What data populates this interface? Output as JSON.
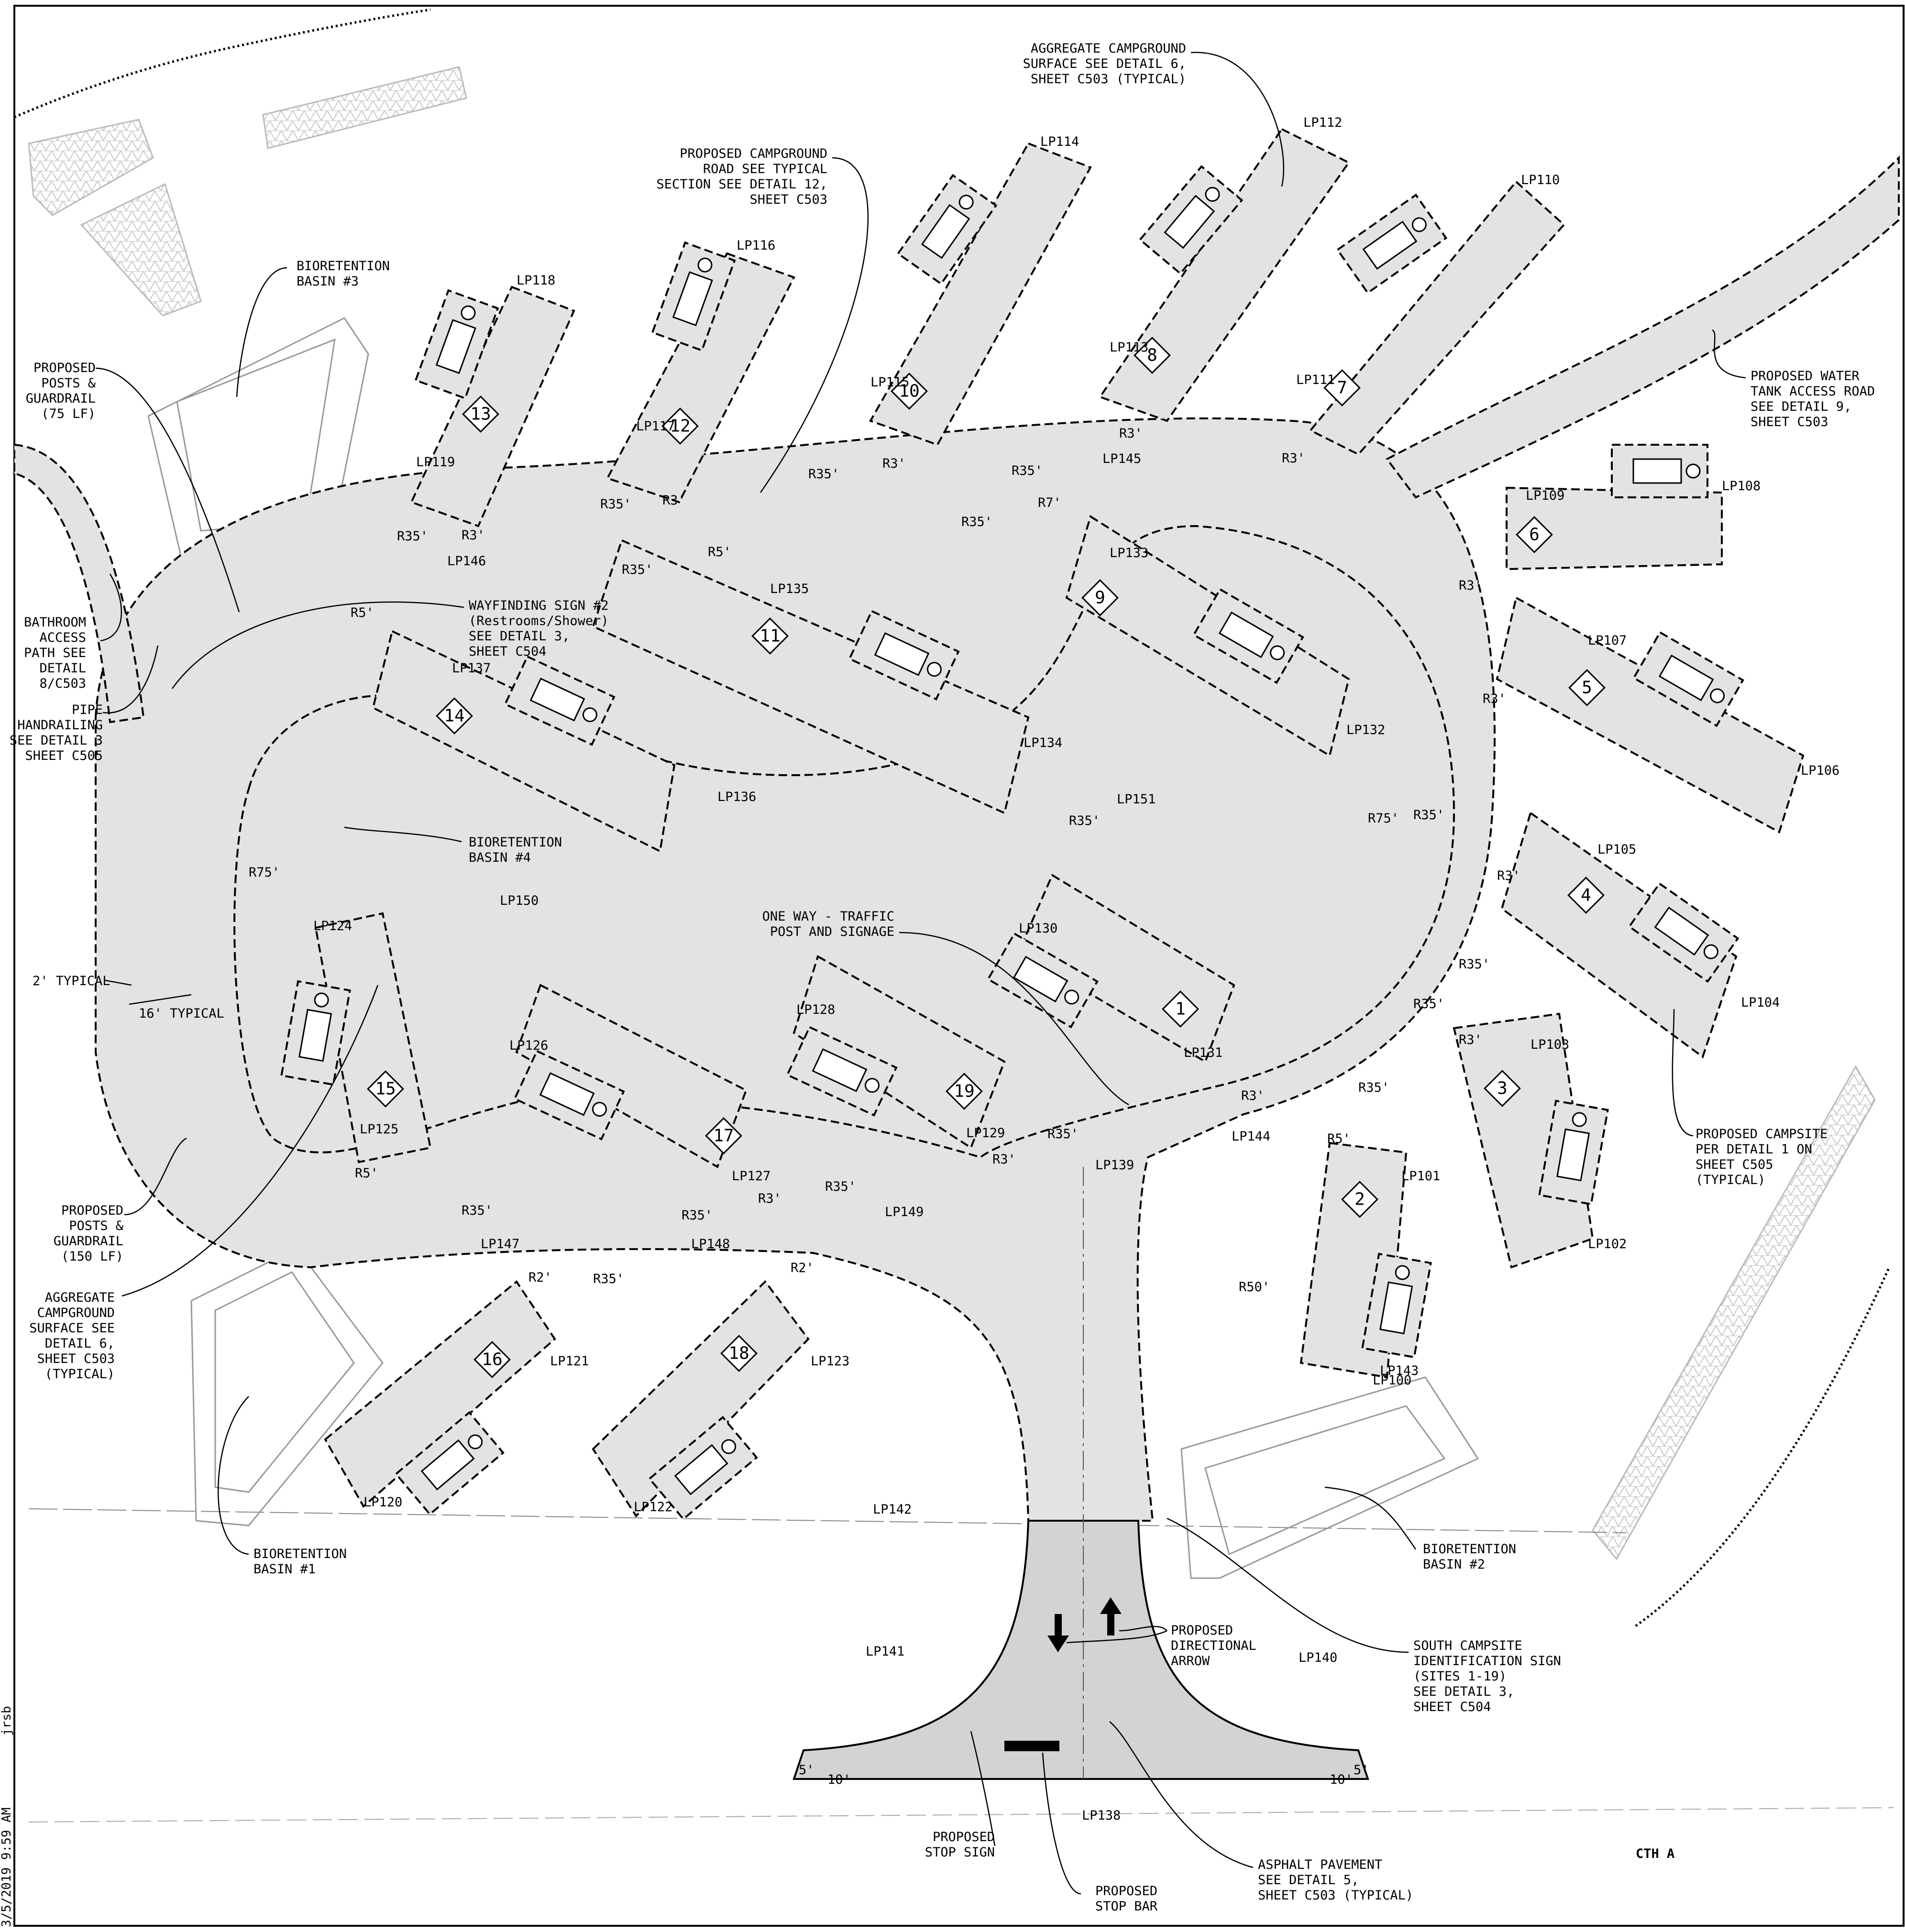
{
  "margin_stamp": {
    "date": "3/5/2019 9:59 AM",
    "user": "jrsb"
  },
  "road_label": "CTH A",
  "sites": [
    "1",
    "2",
    "3",
    "4",
    "5",
    "6",
    "7",
    "8",
    "9",
    "10",
    "11",
    "12",
    "13",
    "14",
    "15",
    "16",
    "17",
    "18",
    "19"
  ],
  "points": [
    "LP100",
    "LP101",
    "LP102",
    "LP103",
    "LP104",
    "LP105",
    "LP106",
    "LP107",
    "LP108",
    "LP109",
    "LP110",
    "LP111",
    "LP112",
    "LP113",
    "LP114",
    "LP115",
    "LP116",
    "LP117",
    "LP118",
    "LP119",
    "LP120",
    "LP121",
    "LP122",
    "LP123",
    "LP124",
    "LP125",
    "LP126",
    "LP127",
    "LP128",
    "LP129",
    "LP130",
    "LP131",
    "LP132",
    "LP133",
    "LP134",
    "LP135",
    "LP136",
    "LP137",
    "LP138",
    "LP139",
    "LP140",
    "LP141",
    "LP142",
    "LP143",
    "LP144",
    "LP145",
    "LP146",
    "LP147",
    "LP148",
    "LP149",
    "LP150",
    "LP151"
  ],
  "radii": [
    "R75'",
    "R75'",
    "R50'",
    "R35'",
    "R35'",
    "R35'",
    "R35'",
    "R35'",
    "R35'",
    "R35'",
    "R35'",
    "R35'",
    "R35'",
    "R35'",
    "R35'",
    "R35'",
    "R35'",
    "R35'",
    "R35'",
    "R7'",
    "R5'",
    "R5'",
    "R5'",
    "R5'",
    "R3'",
    "R3'",
    "R3'",
    "R3'",
    "R3'",
    "R3'",
    "R3'",
    "R3'",
    "R3'",
    "R3'",
    "R3'",
    "R3'",
    "R2'",
    "R2'"
  ],
  "dimensions": {
    "typ2": "2' TYPICAL",
    "typ16": "16' TYPICAL",
    "d5": "5'",
    "d10": "10'"
  },
  "notes": {
    "agg_top": [
      "AGGREGATE CAMPGROUND",
      "SURFACE SEE DETAIL 6,",
      "SHEET C503 (TYPICAL)"
    ],
    "road": [
      "PROPOSED CAMPGROUND",
      "ROAD SEE TYPICAL",
      "SECTION SEE DETAIL 12,",
      "SHEET C503"
    ],
    "basin3": [
      "BIORETENTION",
      "BASIN #3"
    ],
    "posts75": [
      "PROPOSED",
      "POSTS &",
      "GUARDRAIL",
      "(75 LF)"
    ],
    "bath": [
      "BATHROOM",
      "ACCESS",
      "PATH SEE",
      "DETAIL",
      "8/C503"
    ],
    "pipe": [
      "PIPE",
      "HANDRAILING",
      "SEE DETAIL 3",
      "SHEET C505"
    ],
    "wayfind": [
      "WAYFINDING SIGN #2",
      "(Restrooms/Shower)",
      "SEE DETAIL 3,",
      "SHEET C504"
    ],
    "basin4": [
      "BIORETENTION",
      "BASIN #4"
    ],
    "water": [
      "PROPOSED WATER",
      "TANK ACCESS ROAD",
      "SEE DETAIL 9,",
      "SHEET C503"
    ],
    "oneway": [
      "ONE WAY - TRAFFIC",
      "POST AND SIGNAGE"
    ],
    "campsite": [
      "PROPOSED CAMPSITE",
      "PER DETAIL 1 ON",
      "SHEET C505",
      "(TYPICAL)"
    ],
    "posts150": [
      "PROPOSED",
      "POSTS &",
      "GUARDRAIL",
      "(150 LF)"
    ],
    "agg_left": [
      "AGGREGATE",
      "CAMPGROUND",
      "SURFACE SEE",
      "DETAIL 6,",
      "SHEET C503",
      "(TYPICAL)"
    ],
    "basin1": [
      "BIORETENTION",
      "BASIN #1"
    ],
    "basin2": [
      "BIORETENTION",
      "BASIN #2"
    ],
    "arrow": [
      "PROPOSED",
      "DIRECTIONAL",
      "ARROW"
    ],
    "southsign": [
      "SOUTH CAMPSITE",
      "IDENTIFICATION SIGN",
      "(SITES 1-19)",
      "SEE DETAIL 3,",
      "SHEET C504"
    ],
    "stopsign": [
      "PROPOSED",
      "STOP SIGN"
    ],
    "stopbar": [
      "PROPOSED",
      "STOP BAR"
    ],
    "asphalt": [
      "ASPHALT PAVEMENT",
      "SEE DETAIL 5,",
      "SHEET C503 (TYPICAL)"
    ]
  }
}
